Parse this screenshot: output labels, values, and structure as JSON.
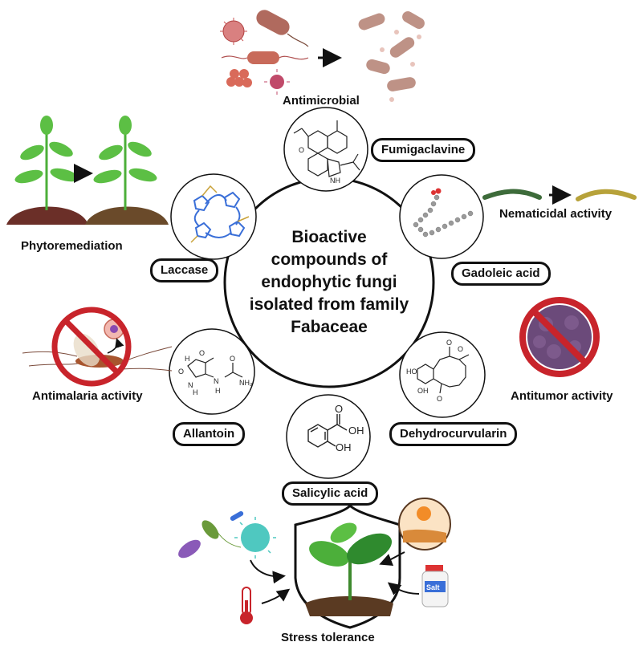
{
  "center": {
    "lines": [
      "Bioactive",
      "compounds of",
      "endophytic fungi",
      "isolated from family",
      "Fabaceae"
    ]
  },
  "compounds": {
    "fumigaclavine": "Fumigaclavine",
    "gadoleic": "Gadoleic acid",
    "dehydrocurvularin": "Dehydrocurvularin",
    "salicylic": "Salicylic acid",
    "allantoin": "Allantoin",
    "laccase": "Laccase"
  },
  "activities": {
    "antimicrobial": "Antimicrobial",
    "nematicidal": "Nematicidal activity",
    "antitumor": "Antitumor activity",
    "stress": "Stress tolerance",
    "antimalaria": "Antimalaria activity",
    "phytoremediation": "Phytoremediation"
  },
  "chem_labels": {
    "nh": "NH",
    "ho": "HO",
    "oh": "OH",
    "o": "O",
    "h": "H",
    "n": "N",
    "nh2": "NH₂",
    "salt": "Salt"
  },
  "colors": {
    "outline": "#111111",
    "plant_green": "#4caf3a",
    "soil": "#5a3a22",
    "bacteria": "#b06a5e",
    "virus": "#d9534f",
    "nematode_dark": "#3d6b3a",
    "nematode_light": "#b7a23a",
    "tumor": "#6b4a7a",
    "prohibit_red": "#c8242b",
    "laccase_blue": "#3a6fd8"
  }
}
